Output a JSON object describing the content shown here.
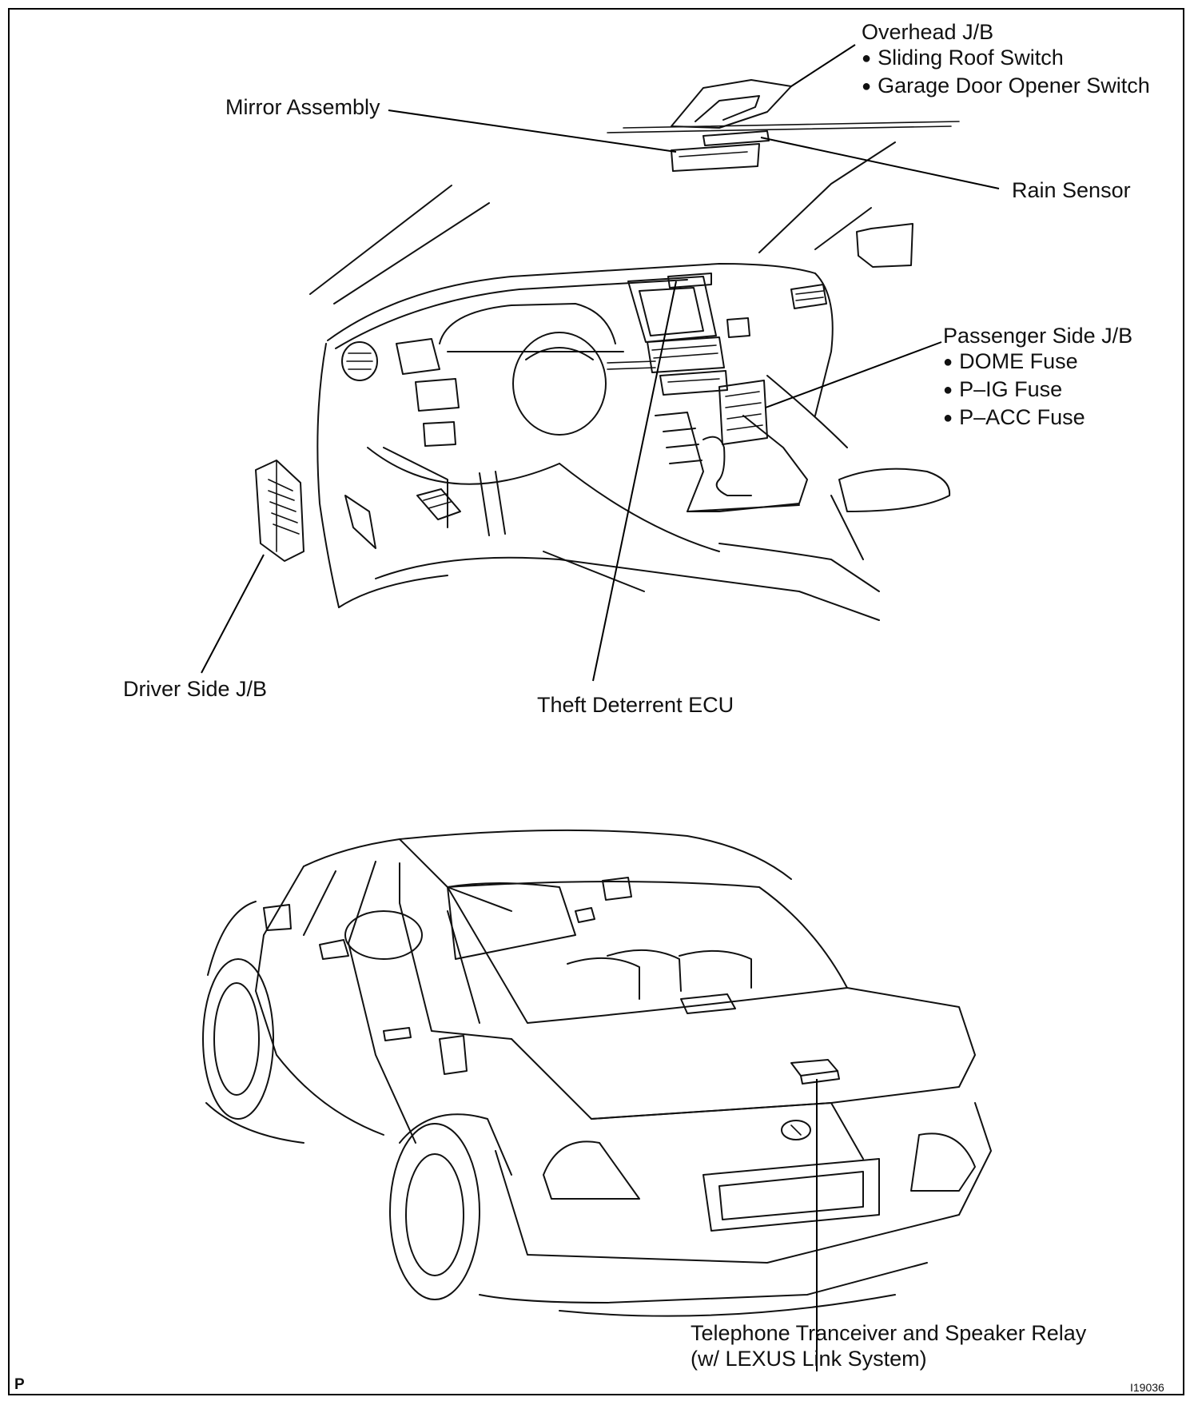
{
  "labels": {
    "overhead_jb": {
      "title": "Overhead J/B",
      "items": [
        "Sliding Roof Switch",
        "Garage Door Opener Switch"
      ]
    },
    "mirror_assembly": "Mirror Assembly",
    "rain_sensor": "Rain Sensor",
    "passenger_side_jb": {
      "title": "Passenger Side J/B",
      "items": [
        "DOME Fuse",
        "P–IG Fuse",
        "P–ACC Fuse"
      ]
    },
    "driver_side_jb": "Driver Side J/B",
    "theft_deterrent_ecu": "Theft Deterrent ECU",
    "telephone_tranceiver": {
      "line1": "Telephone Tranceiver and Speaker Relay",
      "line2": "(w/ LEXUS Link System)"
    }
  },
  "footer": {
    "page_mark": "P",
    "figure_id": "I19036"
  }
}
